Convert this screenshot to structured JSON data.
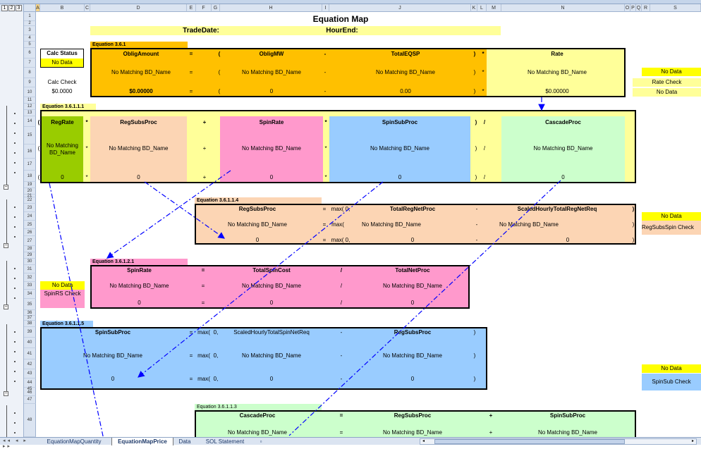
{
  "title": "Equation Map",
  "trade_date_label": "TradeDate:",
  "hour_end_label": "HourEnd:",
  "eq": {
    "e361": "Equation 3.6.1",
    "e36111": "Equation 3.6.1.1.1",
    "e36114": "Equation 3.6.1.1.4",
    "e36121": "Equation 3.6.1.2.1",
    "e36115": "Equation 3.6.1.1.5",
    "e36113": "Equation 3.6.1.1.3"
  },
  "calc": {
    "status_label": "Calc Status",
    "status_value": "No Data",
    "check_label": "Calc Check",
    "check_value": "$0.0000"
  },
  "ops": {
    "eq": "=",
    "po": "(",
    "pc": ")",
    "minus": "-",
    "mul": "*",
    "plus": "+",
    "div": "/",
    "max": "max(",
    "zero": "0,",
    "max_zero": "max( 0,"
  },
  "nm": "No Matching BD_Name",
  "nm2": "No Matching\nBD_Name",
  "zero": "0",
  "zero2": "0.00",
  "usd": "$0.00000",
  "e1": {
    "h1": "ObligAmount",
    "h2": "ObligMW",
    "h3": "TotalEQSP",
    "h4": "Rate"
  },
  "e2": {
    "h1": "RegRate",
    "h2": "RegSubsProc",
    "h3": "SpinRate",
    "h4": "SpinSubProc",
    "h5": "CascadeProc"
  },
  "e3": {
    "h1": "RegSubsProc",
    "h2": "TotalRegNetProc",
    "h3": "ScaledHourlyTotalRegNetReq"
  },
  "e4": {
    "h1": "SpinRate",
    "h2": "TotalSpinCost",
    "h3": "TotalNetProc"
  },
  "e5": {
    "h1": "SpinSubProc",
    "h2": "ScaledHourlyTotalSpinNetReq",
    "h3": "RegSubsProc"
  },
  "e6": {
    "h1": "CascadeProc",
    "h2": "RegSubsProc",
    "h3": "SpinSubProc"
  },
  "side": {
    "nodata": "No Data",
    "rate_check": "Rate Check",
    "regsubs_check": "RegSubsSpin Check",
    "spinrs_check": "SpinRS Check",
    "spinsub_check": "SpinSub Check"
  },
  "columns": [
    "A",
    "B",
    "C",
    "D",
    "E",
    "F",
    "G",
    "H",
    "I",
    "J",
    "K",
    "L",
    "M",
    "N",
    "O",
    "P",
    "Q",
    "R",
    "S"
  ],
  "rows": [
    "1",
    "2",
    "3",
    "4",
    "5",
    "6",
    "7",
    "8",
    "9",
    "10",
    "11",
    "12",
    "13",
    "14",
    "15",
    "16",
    "17",
    "18",
    "19",
    "20",
    "21",
    "22",
    "23",
    "24",
    "25",
    "26",
    "27",
    "28",
    "29",
    "30",
    "31",
    "32",
    "33",
    "34",
    "35",
    "36",
    "37",
    "38",
    "39",
    "40",
    "41",
    "42",
    "43",
    "44",
    "45",
    "46",
    "47",
    "48"
  ],
  "outline_levels": [
    "1",
    "2",
    "3"
  ],
  "tabs": [
    "EquationMapQuantity",
    "EquationMapPrice",
    "Data",
    "SOL Statement"
  ],
  "colors": {
    "orange": "#ffc000",
    "yellow": "#ffff99",
    "green": "#99cc00",
    "peach": "#fcd5b4",
    "pink": "#ff99cc",
    "blue": "#99ccff",
    "mint": "#ccffcc",
    "noData": "#ffff00",
    "arrow": "#0000ff"
  }
}
